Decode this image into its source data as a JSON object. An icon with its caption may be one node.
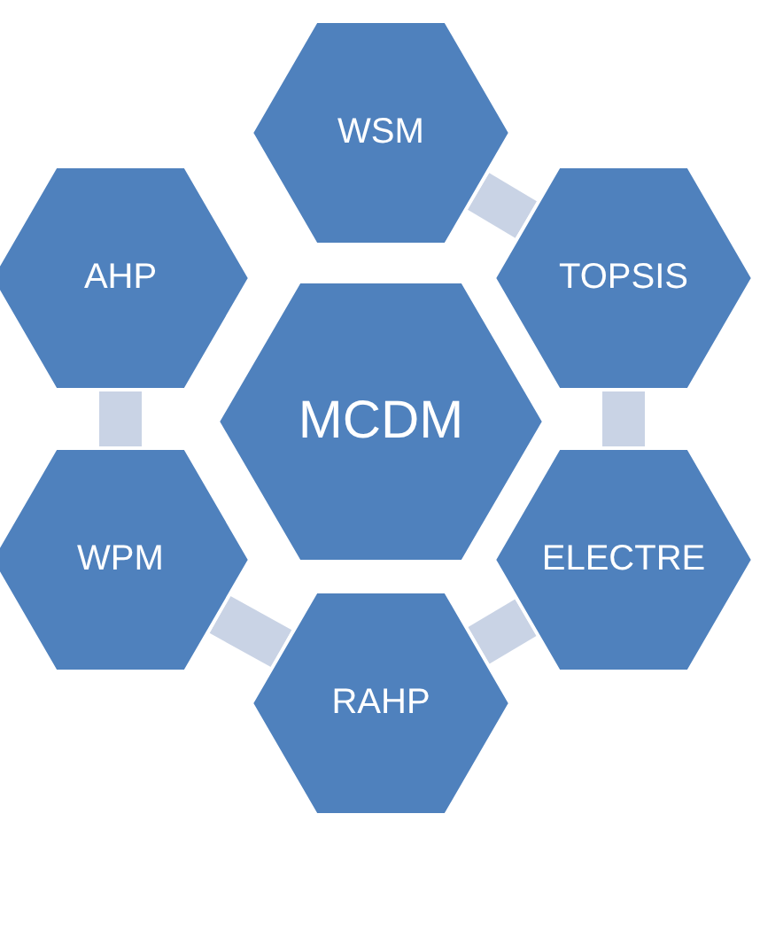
{
  "diagram": {
    "nodes": [
      {
        "text": [
          "MCDM"
        ]
      },
      {
        "text": [
          "WSM"
        ]
      },
      {
        "text": [
          "TOPSIS"
        ]
      },
      {
        "text": [
          "ELECTRE"
        ]
      },
      {
        "text": [
          "RAHP"
        ]
      },
      {
        "text": [
          "WPM"
        ]
      },
      {
        "text": [
          "AHP"
        ]
      }
    ],
    "edges": [
      {
        "from": 1,
        "to": 2,
        "arrow": "none"
      },
      {
        "from": 2,
        "to": 3,
        "arrow": "none"
      },
      {
        "from": 3,
        "to": 4,
        "arrow": "none"
      },
      {
        "from": 4,
        "to": 5,
        "arrow": "none"
      },
      {
        "from": 5,
        "to": 6,
        "arrow": "none"
      }
    ]
  }
}
